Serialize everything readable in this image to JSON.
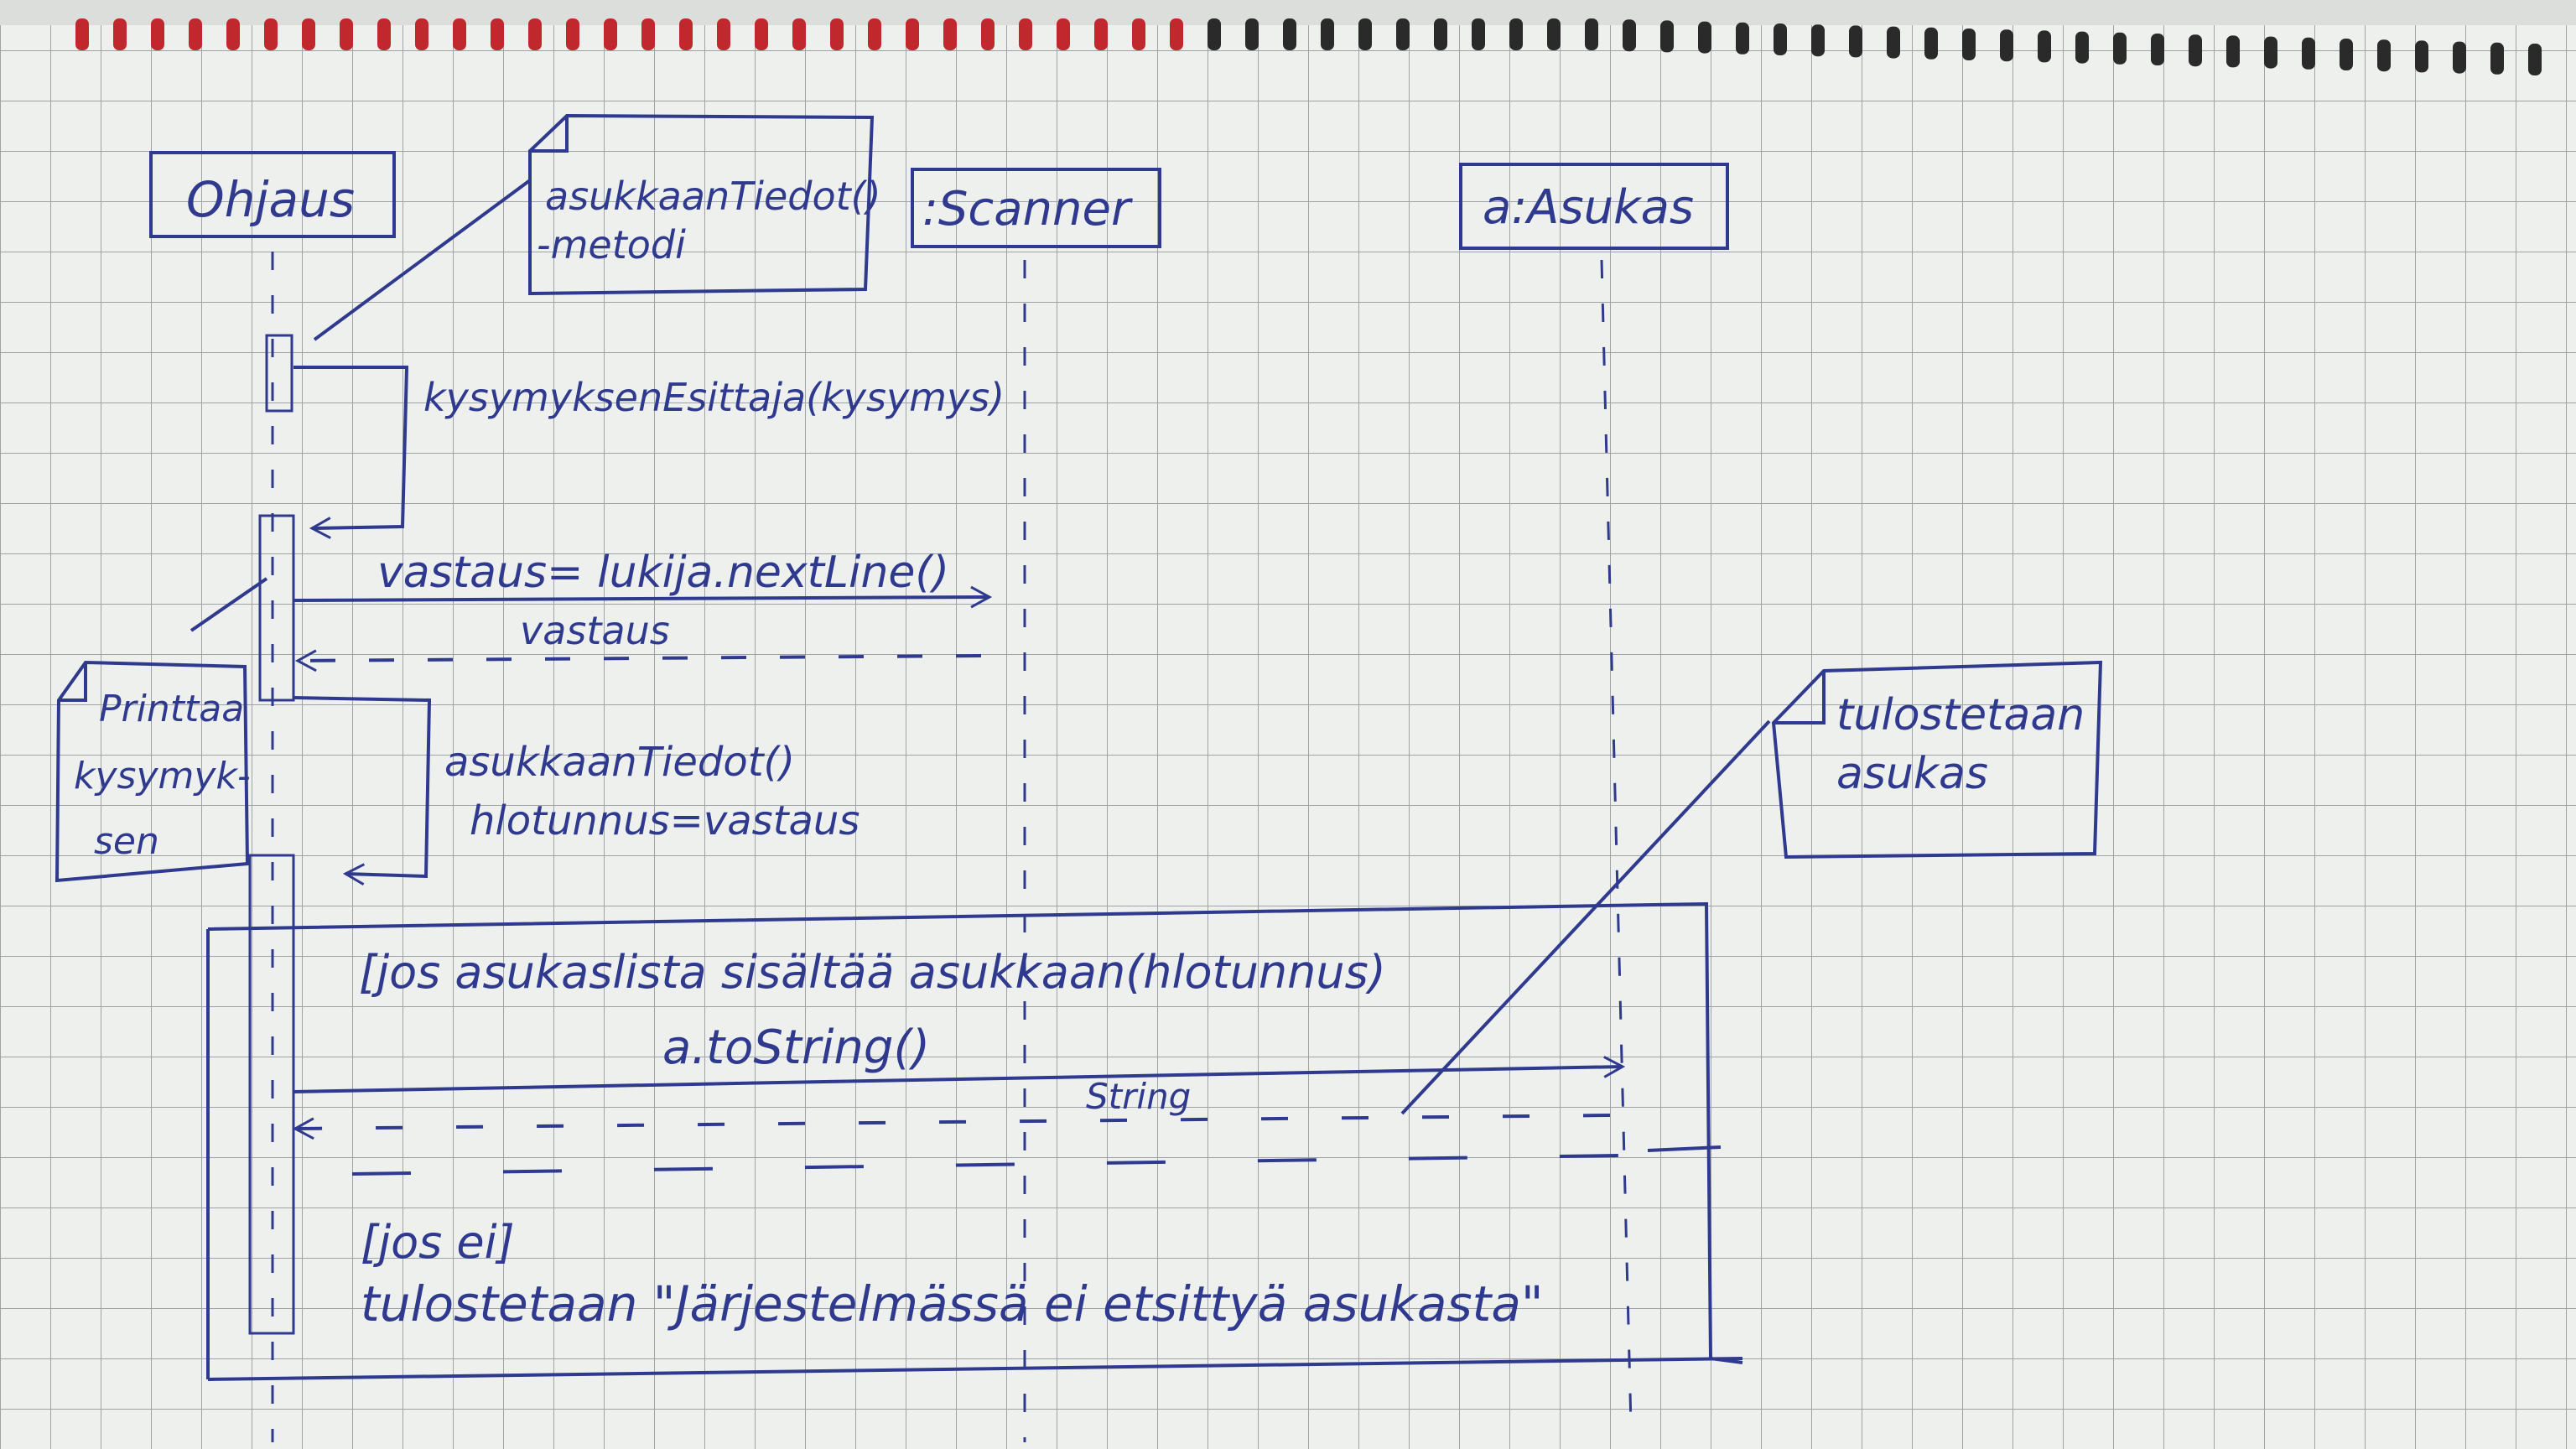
{
  "participants": {
    "ohjaus": "Ohjaus",
    "scanner": ":Scanner",
    "asukas": "a:Asukas"
  },
  "notes": {
    "method_note": [
      "asukkaanTiedot()",
      "-metodi"
    ],
    "print_note": [
      "Printtaa",
      "kysymyk-",
      "sen"
    ],
    "output_note": [
      "tulostetaan",
      "asukas"
    ]
  },
  "messages": {
    "self_call_1": "kysymyksenEsittaja(kysymys)",
    "call_nextline": "vastaus= lukija.nextLine()",
    "return_vastaus": "vastaus",
    "self_call_2_line1": "asukkaanTiedot()",
    "self_call_2_line2": "hlotunnus=vastaus",
    "call_tostring": "a.toString()",
    "return_string": "String"
  },
  "alt_fragment": {
    "guard_if": "[jos asukaslista sisältää asukkaan(hlotunnus)",
    "guard_else": "[jos ei]",
    "else_action": "tulostetaan \"Järjestelmässä ei etsittyä asukasta\""
  },
  "colors": {
    "ink": "#2f3a8e",
    "grid": "#9fa3a6",
    "paper": "#eef0ee",
    "spiral": "#c0282d"
  }
}
